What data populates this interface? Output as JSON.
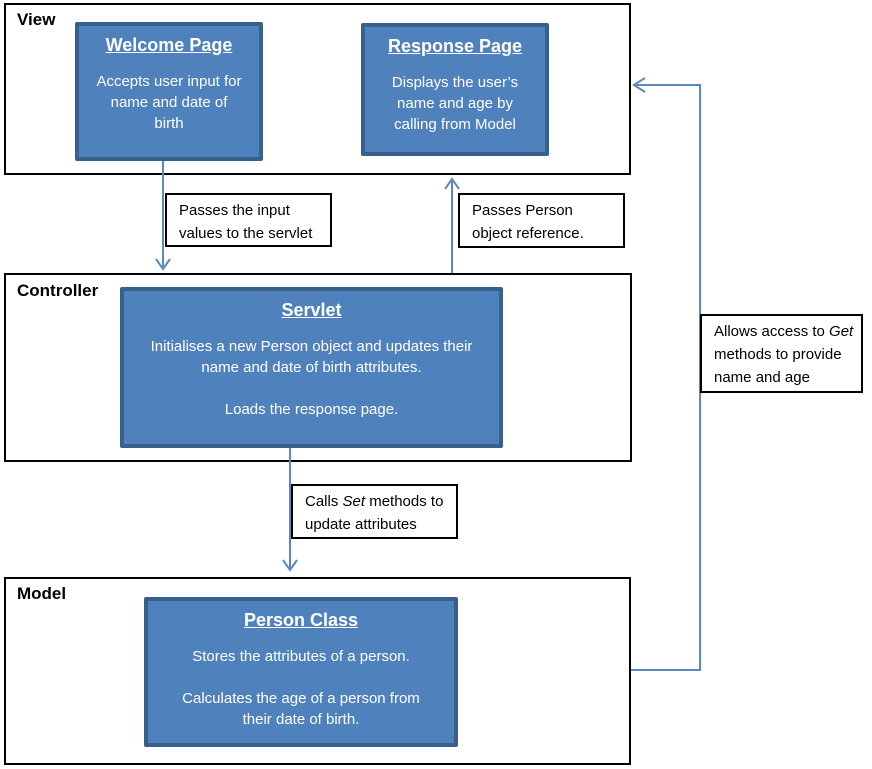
{
  "colors": {
    "node_fill": "#4F81BD",
    "node_border": "#38608C",
    "connector": "#5C87C1",
    "container_border": "#000000",
    "note_border": "#000000",
    "node_text": "#FFFFFF"
  },
  "sections": {
    "view": {
      "label": "View"
    },
    "controller": {
      "label": "Controller"
    },
    "model": {
      "label": "Model"
    }
  },
  "nodes": {
    "welcome": {
      "title": "Welcome Page",
      "body_lines": [
        "Accepts user input for",
        "name and date of",
        "birth"
      ]
    },
    "response": {
      "title": "Response Page",
      "body_lines": [
        "Displays the user’s",
        "name and age by",
        "calling from Model"
      ]
    },
    "servlet": {
      "title": "Servlet",
      "para1_lines": [
        "Initialises a new Person object and updates their",
        "name and date of birth attributes."
      ],
      "para2_lines": [
        "Loads the response page."
      ]
    },
    "person": {
      "title": "Person Class",
      "para1_lines": [
        "Stores the attributes of a person."
      ],
      "para2_lines": [
        "Calculates the age of a person from",
        "their date of birth."
      ]
    }
  },
  "notes": {
    "pass_input": {
      "lines": [
        "Passes the input",
        "values to the servlet"
      ]
    },
    "pass_person": {
      "lines": [
        "Passes Person",
        "object reference."
      ]
    },
    "calls_set": {
      "line1_pre": "Calls ",
      "line1_em": "Set",
      "line1_post": " methods to",
      "line2": "update attributes"
    },
    "allows_get": {
      "line1_pre": "Allows access to ",
      "line1_em": "Get",
      "line2": "methods to provide",
      "line3": "name and age"
    }
  }
}
